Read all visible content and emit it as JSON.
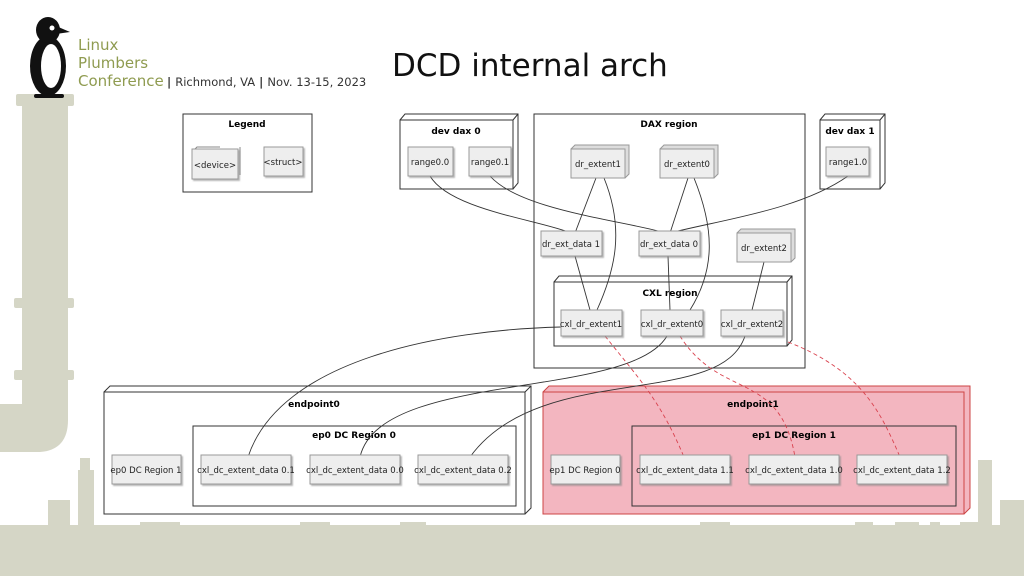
{
  "slide": {
    "title": "DCD internal arch",
    "conference": {
      "line1": "Linux",
      "line2": "Plumbers",
      "line3": "Conference"
    },
    "location": "Richmond, VA",
    "dates": "Nov. 13-15, 2023"
  },
  "diagram": {
    "legend": {
      "title": "Legend",
      "items": [
        "<device>",
        "<struct>"
      ]
    },
    "dev_dax_0": {
      "title": "dev dax 0",
      "items": [
        "range0.0",
        "range0.1"
      ]
    },
    "dax_region": {
      "title": "DAX region",
      "extents": [
        "dr_extent1",
        "dr_extent0",
        "dr_extent2"
      ],
      "ext_data": [
        "dr_ext_data 1",
        "dr_ext_data 0"
      ]
    },
    "dev_dax_1": {
      "title": "dev dax 1",
      "items": [
        "range1.0"
      ]
    },
    "cxl_region": {
      "title": "CXL region",
      "items": [
        "cxl_dr_extent1",
        "cxl_dr_extent0",
        "cxl_dr_extent2"
      ]
    },
    "endpoint0": {
      "title": "endpoint0",
      "region1": "ep0 DC Region 1",
      "region0": {
        "title": "ep0 DC Region 0",
        "items": [
          "cxl_dc_extent_data 0.1",
          "cxl_dc_extent_data 0.0",
          "cxl_dc_extent_data 0.2"
        ]
      }
    },
    "endpoint1": {
      "title": "endpoint1",
      "region0": "ep1 DC Region 0",
      "region1": {
        "title": "ep1 DC Region 1",
        "items": [
          "cxl_dc_extent_data 1.1",
          "cxl_dc_extent_data 1.0",
          "cxl_dc_extent_data 1.2"
        ]
      }
    }
  },
  "colors": {
    "accent": "#8f9b50",
    "highlight_fill": "#f3b6c0",
    "highlight_stroke": "#d85a6e",
    "dashed_link": "#d9434f"
  }
}
